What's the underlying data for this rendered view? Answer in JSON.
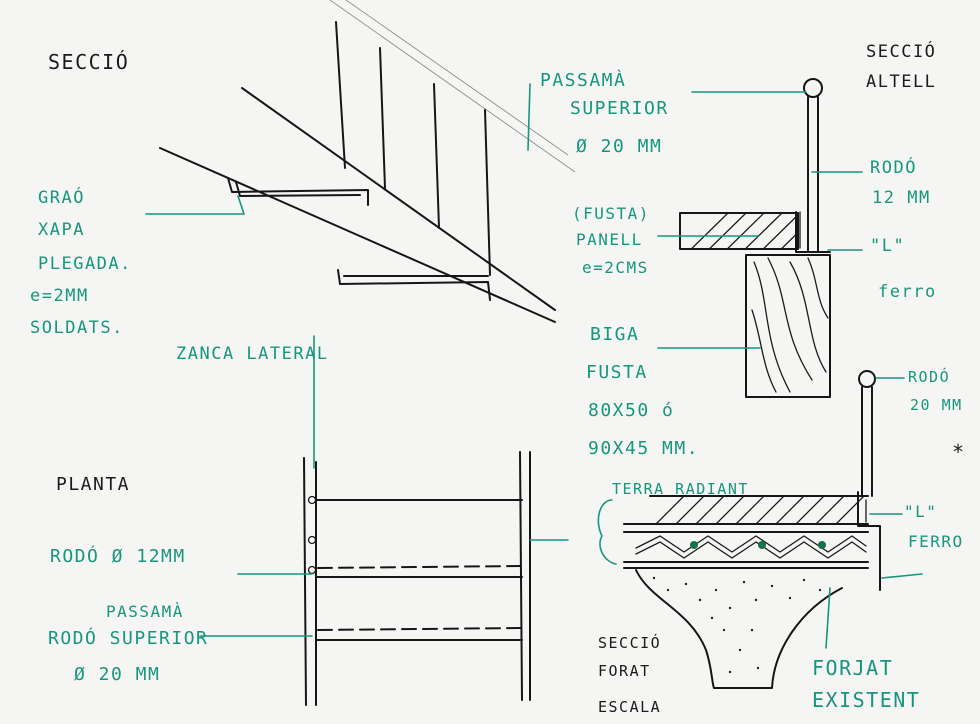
{
  "titles": {
    "seccio": "SECCIÓ",
    "seccio_altell": [
      "SECCIÓ",
      "ALTELL"
    ],
    "planta": "PLANTA",
    "seccio_forat": [
      "SECCIÓ",
      "FORAT",
      "ESCALA"
    ]
  },
  "labels": {
    "passama_superior": [
      "PASSAMÀ",
      "SUPERIOR",
      "Ø 20 MM"
    ],
    "grao": [
      "GRAÓ",
      "XAPA",
      "PLEGADA.",
      "e=2MM",
      "SOLDATS."
    ],
    "zanca": "ZANCA LATERAL",
    "rodo12_section": [
      "RODÓ",
      "12 MM"
    ],
    "panell": [
      "(FUSTA)",
      "PANELL",
      "e=2CMS"
    ],
    "l_ferro_top": [
      "\"L\"",
      "ferro"
    ],
    "biga": [
      "BIGA",
      "FUSTA",
      "80X50 ó",
      "90X45 MM."
    ],
    "rodo20": [
      "RODÓ",
      "20 MM"
    ],
    "asterisk": "*",
    "terra_radiant": "TERRA RADIANT",
    "l_ferro_bottom": [
      "\"L\"",
      "FERRO"
    ],
    "rodo12_plan": "RODÓ Ø 12MM",
    "passama_plan": [
      "PASSAMÀ",
      "RODÓ SUPERIOR",
      "Ø 20 MM"
    ],
    "forjat": [
      "FORJAT",
      "EXISTENT"
    ]
  },
  "colors": {
    "ink": "#161616",
    "annotation": "#17967e",
    "paper": "#f5f5f3"
  }
}
